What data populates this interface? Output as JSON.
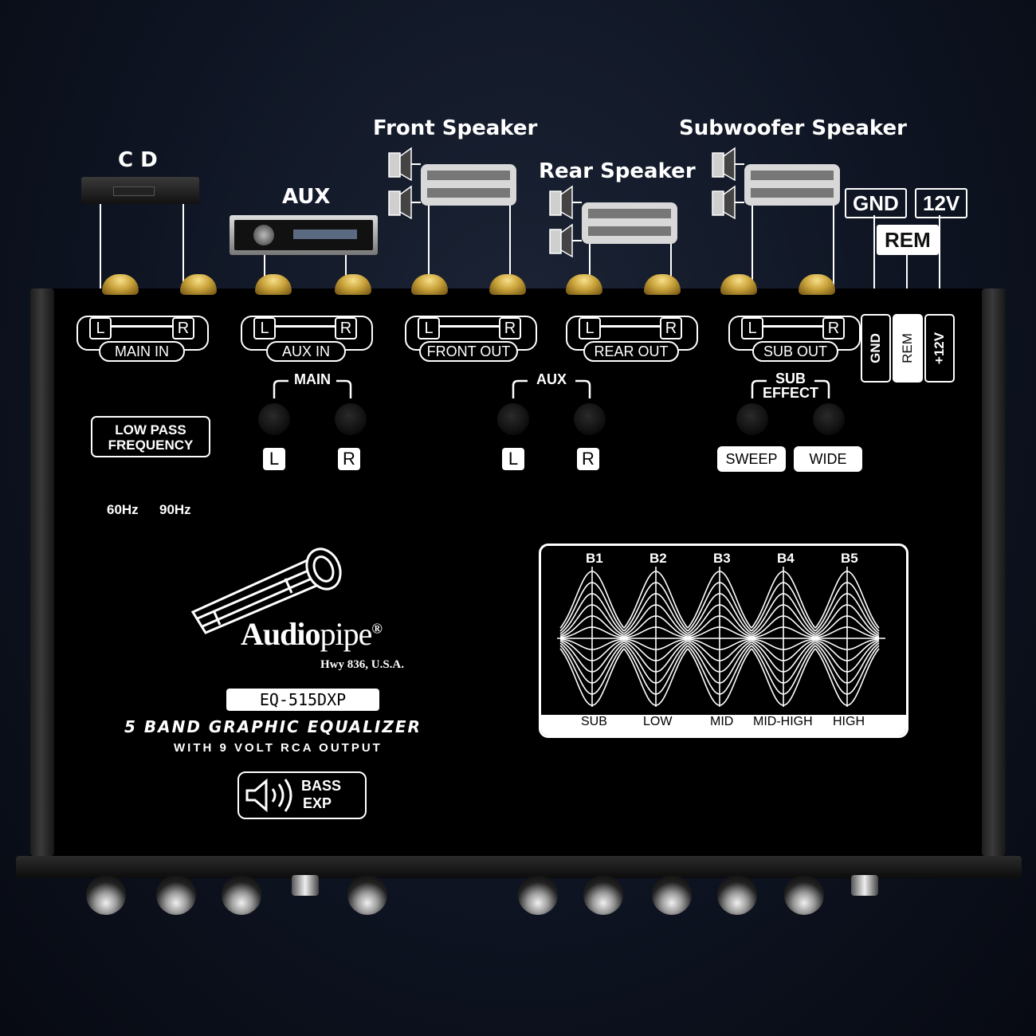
{
  "headers": {
    "cd": "C D",
    "aux": "AUX",
    "front": "Front Speaker",
    "rear": "Rear Speaker",
    "sub": "Subwoofer Speaker"
  },
  "power_top": {
    "gnd": "GND",
    "rem": "REM",
    "v12": "12V"
  },
  "power_vertical": {
    "gnd": "GND",
    "rem": "REM",
    "v12": "+12V"
  },
  "ports": [
    {
      "left": "L",
      "right": "R",
      "label": "MAIN IN"
    },
    {
      "left": "L",
      "right": "R",
      "label": "AUX IN"
    },
    {
      "left": "L",
      "right": "R",
      "label": "FRONT OUT"
    },
    {
      "left": "L",
      "right": "R",
      "label": "REAR OUT"
    },
    {
      "left": "L",
      "right": "R",
      "label": "SUB OUT"
    }
  ],
  "groups": {
    "main": {
      "label": "MAIN",
      "left": "L",
      "right": "R"
    },
    "aux": {
      "label": "AUX",
      "left": "L",
      "right": "R"
    },
    "sub_effect": {
      "label_line1": "SUB",
      "label_line2": "EFFECT",
      "sweep": "SWEEP",
      "wide": "WIDE"
    }
  },
  "low_pass": {
    "line1": "LOW PASS",
    "line2": "FREQUENCY",
    "f1": "60Hz",
    "f2": "90Hz"
  },
  "brand": {
    "name_a": "Audio",
    "name_b": "pipe",
    "reg": "®",
    "tagline": "Hwy 836, U.S.A."
  },
  "model": "EQ-515DXP",
  "product_title": "5 BAND GRAPHIC EQUALIZER",
  "product_subtitle": "WITH 9 VOLT RCA OUTPUT",
  "bass_exp": {
    "line1": "BASS",
    "line2": "EXP"
  },
  "eq_bands": [
    {
      "band": "B1",
      "name": "SUB"
    },
    {
      "band": "B2",
      "name": "LOW"
    },
    {
      "band": "B3",
      "name": "MID"
    },
    {
      "band": "B4",
      "name": "MID-HIGH"
    },
    {
      "band": "B5",
      "name": "HIGH"
    }
  ]
}
